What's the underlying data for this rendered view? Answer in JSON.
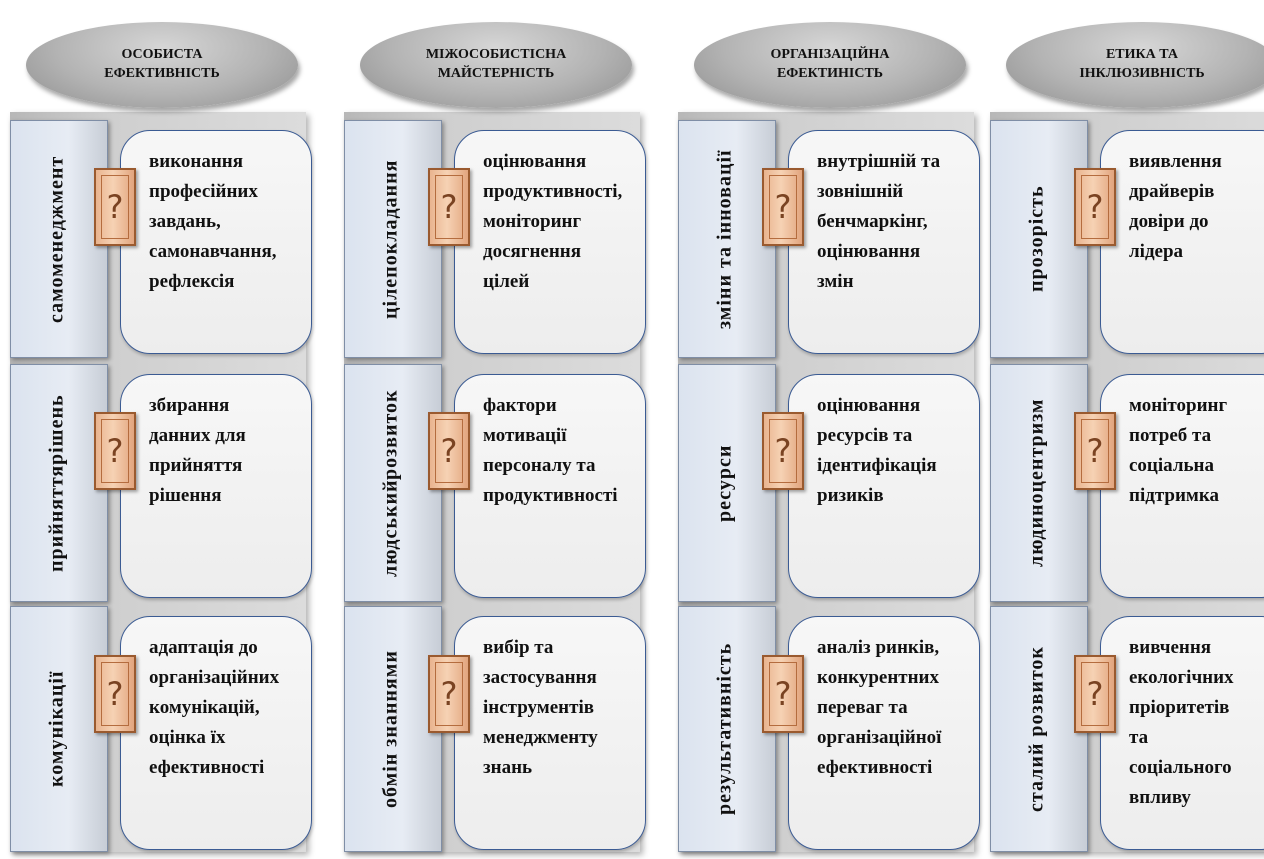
{
  "columns": [
    {
      "header": [
        "ОСОБИСТА",
        "ЕФЕКТИВНІСТЬ"
      ],
      "rows": [
        {
          "label": [
            "самоменеджмент"
          ],
          "text": [
            "виконання",
            "професійних",
            "завдань,",
            "самонавчання,",
            "рефлексія"
          ],
          "icon": "question-mark-icon"
        },
        {
          "label": [
            "прийняття",
            "рішень"
          ],
          "text": [
            "збирання",
            "данних для",
            "прийняття",
            "рішення"
          ],
          "icon": "question-mark-icon"
        },
        {
          "label": [
            "комунікації"
          ],
          "text": [
            "адаптація до",
            "організаційних",
            "комунікацій,",
            "оцінка їх",
            "ефективності"
          ],
          "icon": "question-mark-icon"
        }
      ]
    },
    {
      "header": [
        "МІЖОСОБИСТІСНА",
        "МАЙСТЕРНІСТЬ"
      ],
      "rows": [
        {
          "label": [
            "цілепокладання"
          ],
          "text": [
            "оцінювання",
            "продуктивності,",
            "моніторинг",
            "досягнення",
            "цілей"
          ],
          "icon": "question-mark-icon"
        },
        {
          "label": [
            "людський",
            "розвиток"
          ],
          "text": [
            "фактори",
            "мотивації",
            "персоналу та",
            "продуктивності"
          ],
          "icon": "question-mark-icon"
        },
        {
          "label": [
            "обмін знаннями"
          ],
          "text": [
            "вибір та",
            "застосування",
            "інструментів",
            "менеджменту",
            "знань"
          ],
          "icon": "question-mark-icon"
        }
      ]
    },
    {
      "header": [
        "ОРГАНІЗАЦІЙНА",
        "ЕФЕКТИНІСТЬ"
      ],
      "rows": [
        {
          "label": [
            "зміни та інновації"
          ],
          "text": [
            "внутрішній та",
            "зовнішній",
            "бенчмаркінг,",
            "оцінювання",
            "змін"
          ],
          "icon": "question-mark-icon"
        },
        {
          "label": [
            "ресурси"
          ],
          "text": [
            "оцінювання",
            "ресурсів та",
            "ідентифікація",
            "ризиків"
          ],
          "icon": "question-mark-icon"
        },
        {
          "label": [
            "результативність"
          ],
          "text": [
            "аналіз ринків,",
            "конкурентних",
            "переваг та",
            "організаційної",
            "ефективності"
          ],
          "icon": "question-mark-icon"
        }
      ]
    },
    {
      "header": [
        "ЕТИКА ТА",
        "ІНКЛЮЗИВНІСТЬ"
      ],
      "rows": [
        {
          "label": [
            "прозорість"
          ],
          "text": [
            "виявлення",
            "драйверів",
            "довіри до",
            "лідера"
          ],
          "icon": "question-mark-icon"
        },
        {
          "label": [
            "людиноцентризм"
          ],
          "text": [
            "моніторинг",
            "потреб та",
            "соціальна",
            "підтримка"
          ],
          "icon": "question-mark-icon"
        },
        {
          "label": [
            "сталий розвиток"
          ],
          "text": [
            "вивчення",
            "екологічних",
            "пріоритетів",
            "та",
            "соціального",
            "впливу"
          ],
          "icon": "question-mark-icon"
        }
      ]
    }
  ],
  "colors": {
    "header_fill": "#b3b3b3",
    "tab_fill": "#dbe3ef",
    "box_border": "#3b5b93",
    "icon_fill": "#f6d2b4",
    "icon_border": "#9a5a2f"
  }
}
